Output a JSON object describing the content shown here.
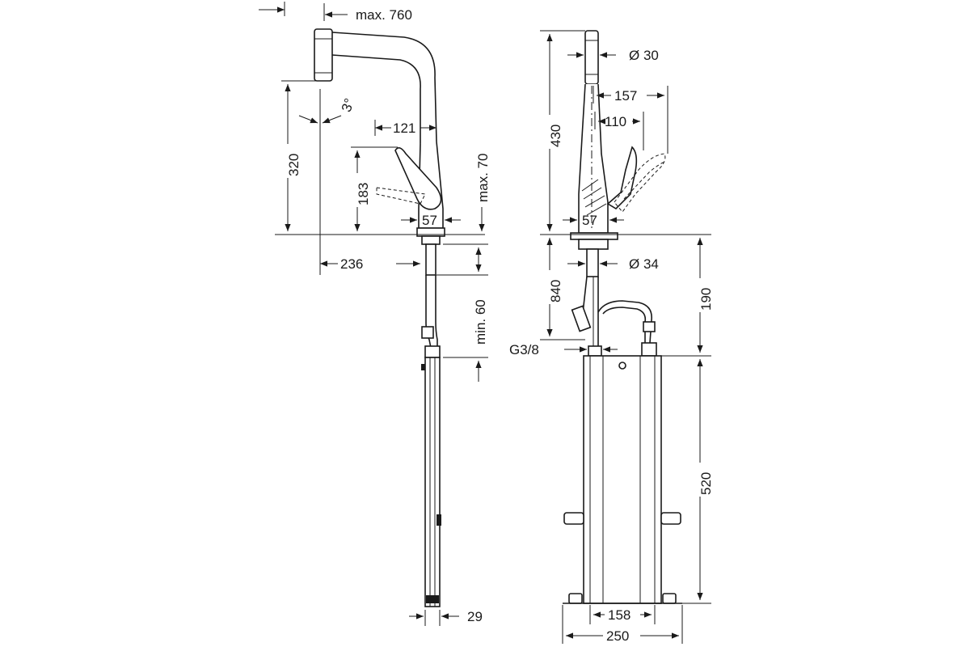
{
  "side_view": {
    "dim_max_760": "max. 760",
    "dim_3_deg": "3°",
    "dim_320": "320",
    "dim_121": "121",
    "dim_183": "183",
    "dim_57": "57",
    "dim_max_70": "max. 70",
    "dim_236": "236",
    "dim_min_60": "min. 60",
    "dim_29": "29"
  },
  "front_view": {
    "dim_430": "430",
    "dim_d30": "Ø 30",
    "dim_157": "157",
    "dim_110": "110",
    "dim_57": "57",
    "dim_d34": "Ø 34",
    "dim_840": "840",
    "dim_190": "190",
    "dim_g3_8": "G3/8",
    "dim_520": "520",
    "dim_158": "158",
    "dim_250": "250"
  }
}
